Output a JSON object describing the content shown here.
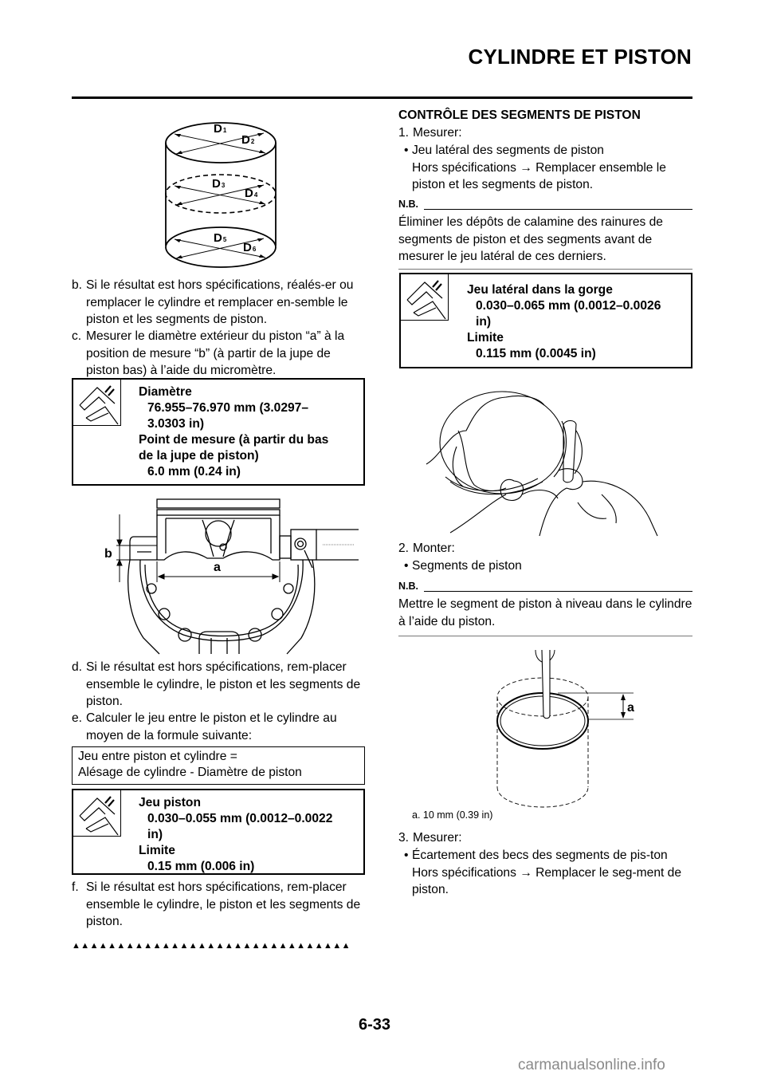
{
  "header": {
    "title": "CYLINDRE ET PISTON"
  },
  "left_column": {
    "figure_cylinder": {
      "labels": [
        "D1",
        "D2",
        "D3",
        "D4",
        "D5",
        "D6"
      ],
      "label_main": [
        "D",
        "D",
        "D",
        "D",
        "D",
        "D"
      ],
      "label_sub": [
        "1",
        "2",
        "3",
        "4",
        "5",
        "6"
      ]
    },
    "step_b": {
      "label": "b.",
      "text": "Si le résultat est hors spécifications, réalés-er ou remplacer le cylindre et remplacer en-semble le piston et les segments de piston."
    },
    "step_c": {
      "label": "c.",
      "text": "Mesurer le diamètre extérieur du piston “a” à la position de mesure “b” (à partir de la jupe de piston bas) à l’aide du micromètre."
    },
    "spec_diameter": {
      "icon": "caliper-icon",
      "title": "Diamètre",
      "value_1": "76.955–76.970 mm (3.0297–",
      "value_2": "3.0303 in)",
      "subtitle_1": "Point de mesure (à partir du bas",
      "subtitle_2": "de la jupe de piston)",
      "subvalue": "6.0 mm (0.24 in)"
    },
    "figure_micrometer": {
      "label_a": "a",
      "label_b": "b"
    },
    "step_d": {
      "label": "d.",
      "text": "Si le résultat est hors spécifications, rem-placer ensemble le cylindre, le piston et les segments de piston."
    },
    "step_e": {
      "label": "e.",
      "text": "Calculer le jeu entre le piston et le cylindre au moyen de la formule suivante:"
    },
    "formula": {
      "line_1": "Jeu entre piston et cylindre =",
      "line_2": "Alésage de cylindre - Diamètre de piston"
    },
    "spec_clearance": {
      "icon": "caliper-icon",
      "title": "Jeu piston",
      "value_1": "0.030–0.055 mm (0.0012–0.0022",
      "value_2": "in)",
      "limit_label": "Limite",
      "limit_value": "0.15 mm (0.006 in)"
    },
    "step_f": {
      "label": "f.",
      "text": "Si le résultat est hors spécifications, rem-placer ensemble le cylindre, le piston et les segments de piston."
    },
    "end_marker": "▲▲▲▲▲▲▲▲▲▲▲▲▲▲▲▲▲▲▲▲▲▲▲▲▲▲▲▲▲▲▲"
  },
  "right_column": {
    "section_title": "CONTRÔLE DES SEGMENTS DE PISTON",
    "step_1": {
      "label": "1.",
      "text": "Mesurer:",
      "bullet": "•",
      "bullet_text": "Jeu latéral des segments de piston",
      "bullet_detail": "Hors spécifications → Remplacer ensemble le piston et les segments de piston."
    },
    "note_1": {
      "label": "N.B.",
      "text": "Éliminer les dépôts de calamine des rainures de segments de piston et des segments avant de mesurer le jeu latéral de ces derniers."
    },
    "spec_side_clearance": {
      "icon": "caliper-icon",
      "title": "Jeu latéral dans la gorge",
      "value_1": "0.030–0.065 mm (0.0012–0.0026",
      "value_2": "in)",
      "limit_label": "Limite",
      "limit_value": "0.115 mm (0.0045 in)"
    },
    "step_2": {
      "label": "2.",
      "text": "Monter:",
      "bullet": "•",
      "bullet_text": "Segments de piston"
    },
    "note_2": {
      "label": "N.B.",
      "text": "Mettre le segment de piston à niveau dans le cylindre à l’aide du piston."
    },
    "figure_ring": {
      "label_a": "a",
      "caption": "a.  10 mm (0.39 in)"
    },
    "step_3": {
      "label": "3.",
      "text": "Mesurer:",
      "bullet": "•",
      "bullet_text": "Écartement des becs des segments de pis-ton",
      "bullet_detail": "Hors spécifications → Remplacer le seg-ment de piston."
    }
  },
  "footer": {
    "page_number": "6-33",
    "watermark": "carmanualsonline.info"
  }
}
